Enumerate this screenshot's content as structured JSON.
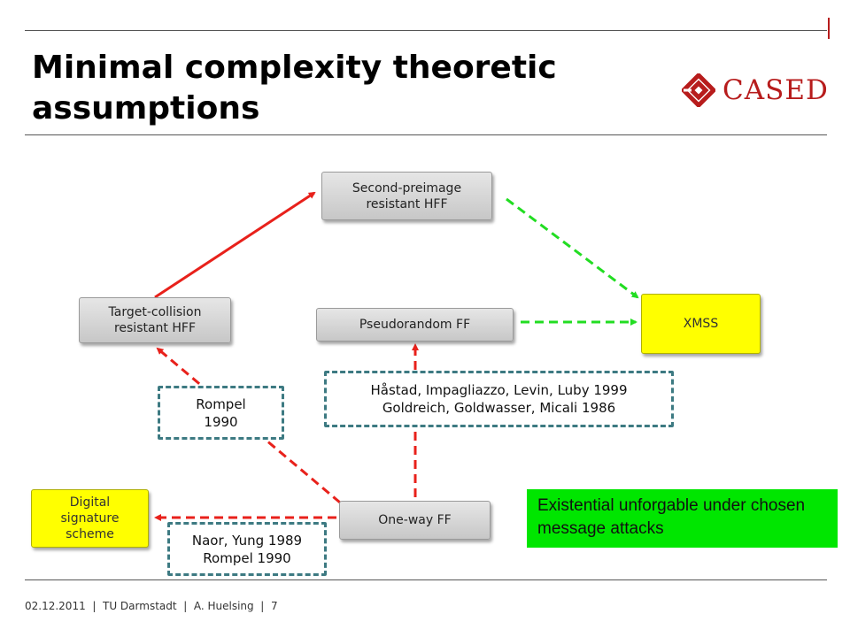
{
  "slide": {
    "title": "Minimal complexity theoretic assumptions",
    "logo_text": "CASED",
    "footer": "02.12.2011  |  TU Darmstadt  |  A. Huelsing  |  7"
  },
  "nodes": {
    "second_preimage": "Second-preimage\nresistant HFF",
    "target_collision": "Target-collision\nresistant HFF",
    "pseudorandom": "Pseudorandom FF",
    "xmss": "XMSS",
    "one_way": "One-way FF",
    "digital_signature": "Digital\nsignature\nscheme"
  },
  "citations": {
    "rompel": "Rompel\n1990",
    "hastad": "Håstad, Impagliazzo, Levin, Luby  1999\nGoldreich, Goldwasser, Micali 1986",
    "naor": "Naor, Yung 1989\nRompel 1990"
  },
  "note": "Existential unforgable under chosen message attacks",
  "colors": {
    "brand_red": "#b71c1c",
    "arrow_red": "#e8211b",
    "arrow_green": "#22dd22",
    "dashed_teal": "#3d7a82",
    "node_yellow": "#ffff00",
    "note_green": "#00e600"
  }
}
